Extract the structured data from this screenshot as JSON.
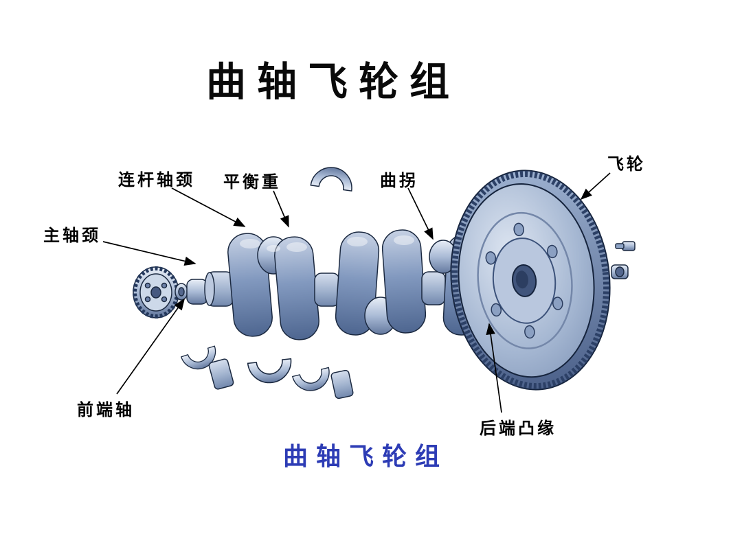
{
  "slide": {
    "title": "曲轴飞轮组",
    "caption": "曲轴飞轮组"
  },
  "labels": {
    "connecting_rod_journal": "连杆轴颈",
    "balance_weight": "平衡重",
    "crank_throw": "曲拐",
    "flywheel": "飞轮",
    "main_journal": "主轴颈",
    "front_end_shaft": "前端轴",
    "rear_end_flange": "后端凸缘"
  },
  "colors": {
    "caption_blue": "#2d3cb5",
    "outline": "#1b2940",
    "steel_light": "#e8eef7",
    "steel_mid": "#8fa5c6",
    "steel_dark": "#54698e"
  }
}
